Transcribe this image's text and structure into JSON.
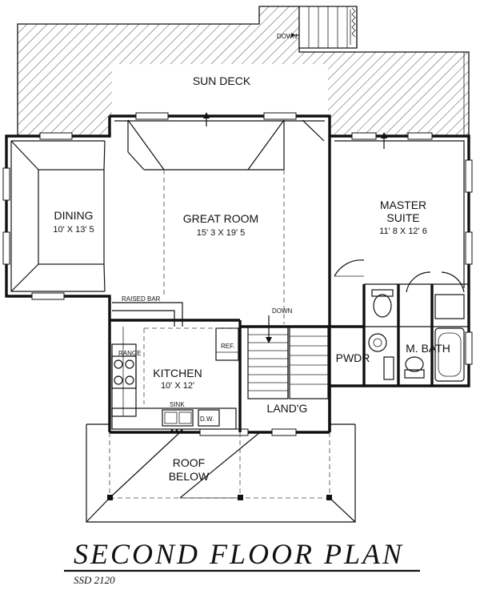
{
  "plan": {
    "title": "SECOND FLOOR PLAN",
    "code": "SSD 2120",
    "rooms": {
      "sun_deck": {
        "name": "SUN DECK"
      },
      "dining": {
        "name": "DINING",
        "size": "10' X 13' 5"
      },
      "great_room": {
        "name": "GREAT ROOM",
        "size": "15' 3 X 19' 5"
      },
      "master_suite": {
        "name": "MASTER",
        "name2": "SUITE",
        "size": "11' 8 X 12' 6"
      },
      "kitchen": {
        "name": "KITCHEN",
        "size": "10' X 12'"
      },
      "powder": {
        "name": "PWDR"
      },
      "master_bath": {
        "name": "M. BATH"
      },
      "landing": {
        "name": "LAND'G"
      },
      "roof": {
        "name": "ROOF",
        "name2": "BELOW"
      }
    },
    "notes": {
      "down_deck": "DOWN",
      "down_stair": "DOWN",
      "raised_bar": "RAISED BAR",
      "range": "RANGE",
      "sink": "SINK",
      "dw": "D.W.",
      "ref": "REF."
    }
  }
}
